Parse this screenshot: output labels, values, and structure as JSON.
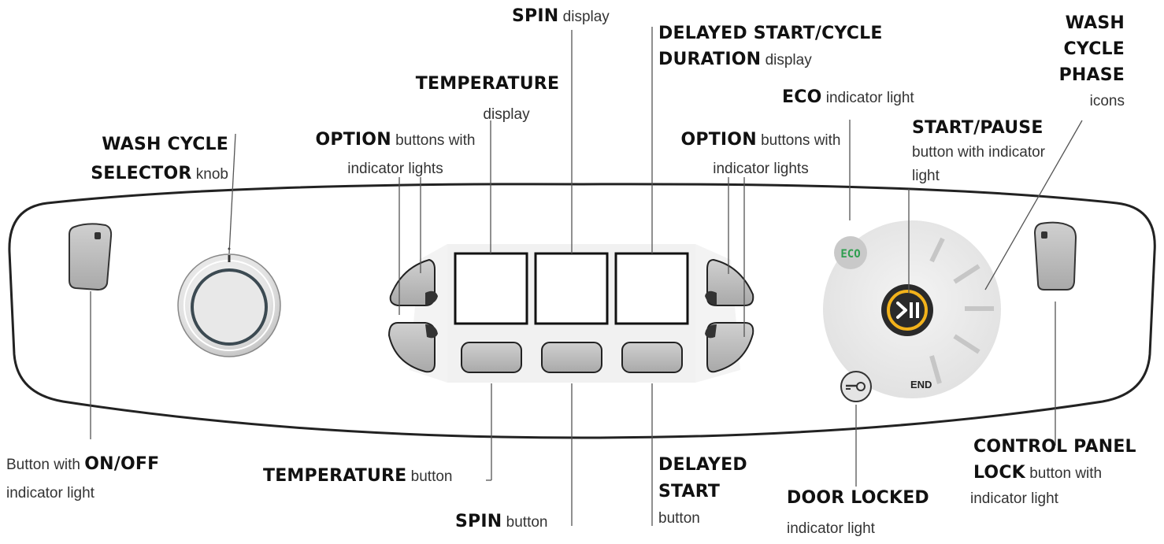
{
  "labels": {
    "spin_display": {
      "bold": "SPIN",
      "rest": "display"
    },
    "delayed_display_line1": {
      "bold": "DELAYED START/CYCLE"
    },
    "delayed_display_line2": {
      "bold": "DURATION",
      "rest": "display"
    },
    "wash_phase": {
      "line1": "WASH",
      "line2": "CYCLE",
      "line3": "PHASE",
      "rest": "icons"
    },
    "temperature_display": {
      "bold": "TEMPERATURE",
      "rest": "display"
    },
    "eco_light": {
      "bold": "ECO",
      "rest": "indicator light"
    },
    "start_pause": {
      "bold": "START/PAUSE",
      "rest1": "button with indicator",
      "rest2": "light"
    },
    "wash_selector": {
      "line1": "WASH CYCLE",
      "line2": "SELECTOR",
      "rest": "knob"
    },
    "option_left": {
      "bold": "OPTION",
      "rest1": "buttons with",
      "rest2": "indicator lights"
    },
    "option_right": {
      "bold": "OPTION",
      "rest1": "buttons with",
      "rest2": "indicator lights"
    },
    "onoff": {
      "pre": "Button with",
      "bold": "ON/OFF",
      "rest": "indicator light"
    },
    "temperature_button": {
      "bold": "TEMPERATURE",
      "rest": "button"
    },
    "spin_button": {
      "bold": "SPIN",
      "rest": "button"
    },
    "delayed_start": {
      "line1": "DELAYED",
      "line2": "START",
      "rest": "button"
    },
    "door_locked": {
      "bold": "DOOR LOCKED",
      "rest": "indicator light"
    },
    "control_lock": {
      "line1": "CONTROL PANEL",
      "line2": "LOCK",
      "rest1": "button with",
      "rest2": "indicator light"
    }
  },
  "panel": {
    "eco_text": "ECO",
    "end_text": "END",
    "colors": {
      "eco_green": "#2e9e4f",
      "start_ring": "#f2b21b",
      "panel_outline": "#222222",
      "button_fill": "#bdbdbd"
    }
  }
}
